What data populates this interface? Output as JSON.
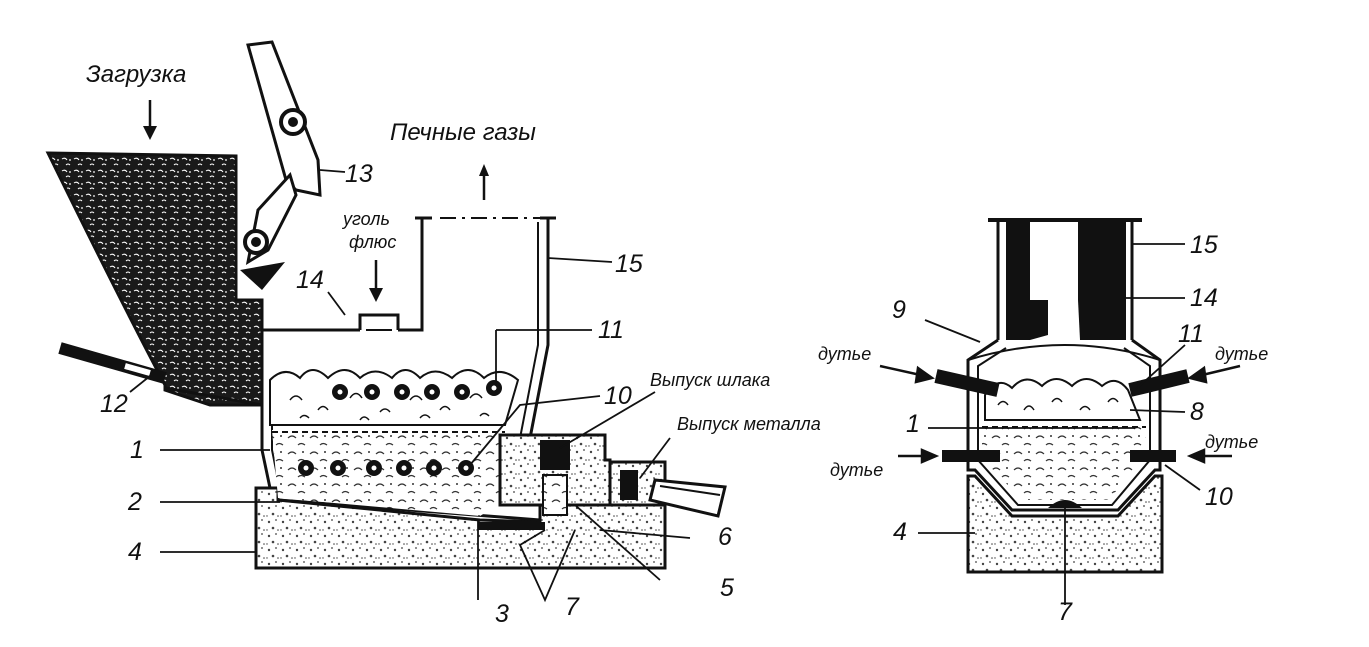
{
  "labels": {
    "zagruzka": "Загрузка",
    "pechnye_gazy": "Печные газы",
    "ugol": "уголь",
    "flyus": "флюс",
    "vypusk_shlaka": "Выпуск шлака",
    "vypusk_metalla": "Выпуск металла",
    "dutye": "дутье"
  },
  "left_numbers": {
    "n1": "1",
    "n2": "2",
    "n3": "3",
    "n4": "4",
    "n5": "5",
    "n6": "6",
    "n7": "7",
    "n10": "10",
    "n11": "11",
    "n12": "12",
    "n13": "13",
    "n14": "14",
    "n15": "15"
  },
  "right_numbers": {
    "n1": "1",
    "n4": "4",
    "n7": "7",
    "n8": "8",
    "n9": "9",
    "n10": "10",
    "n11": "11",
    "n14": "14",
    "n15": "15"
  },
  "colors": {
    "ink": "#111111",
    "background": "#ffffff",
    "stipple": "#444444"
  }
}
